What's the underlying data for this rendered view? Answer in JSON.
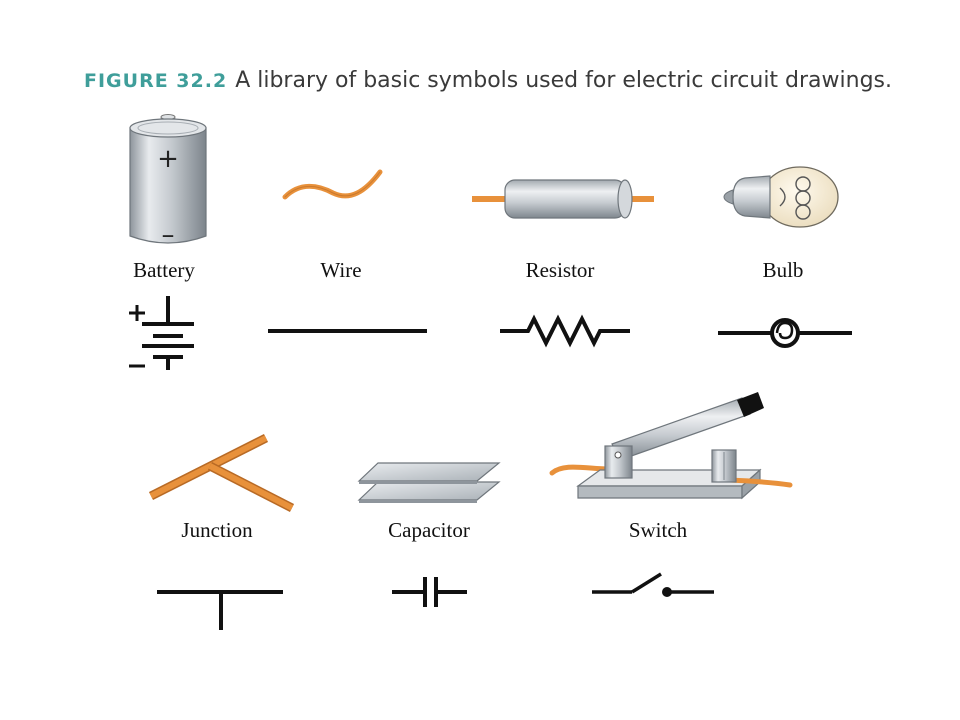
{
  "figure": {
    "number": "FIGURE 32.2",
    "caption": "A library of basic symbols used for electric circuit drawings."
  },
  "components": [
    {
      "id": "battery",
      "label": "Battery",
      "plus": "+",
      "minus": "–"
    },
    {
      "id": "wire",
      "label": "Wire"
    },
    {
      "id": "resistor",
      "label": "Resistor"
    },
    {
      "id": "bulb",
      "label": "Bulb"
    },
    {
      "id": "junction",
      "label": "Junction"
    },
    {
      "id": "capacitor",
      "label": "Capacitor"
    },
    {
      "id": "switch",
      "label": "Switch"
    }
  ],
  "colors": {
    "wire": "#e8913b",
    "symbol": "#111111",
    "metal": "#c9cdd2",
    "figure_number": "#3f9e9a"
  }
}
